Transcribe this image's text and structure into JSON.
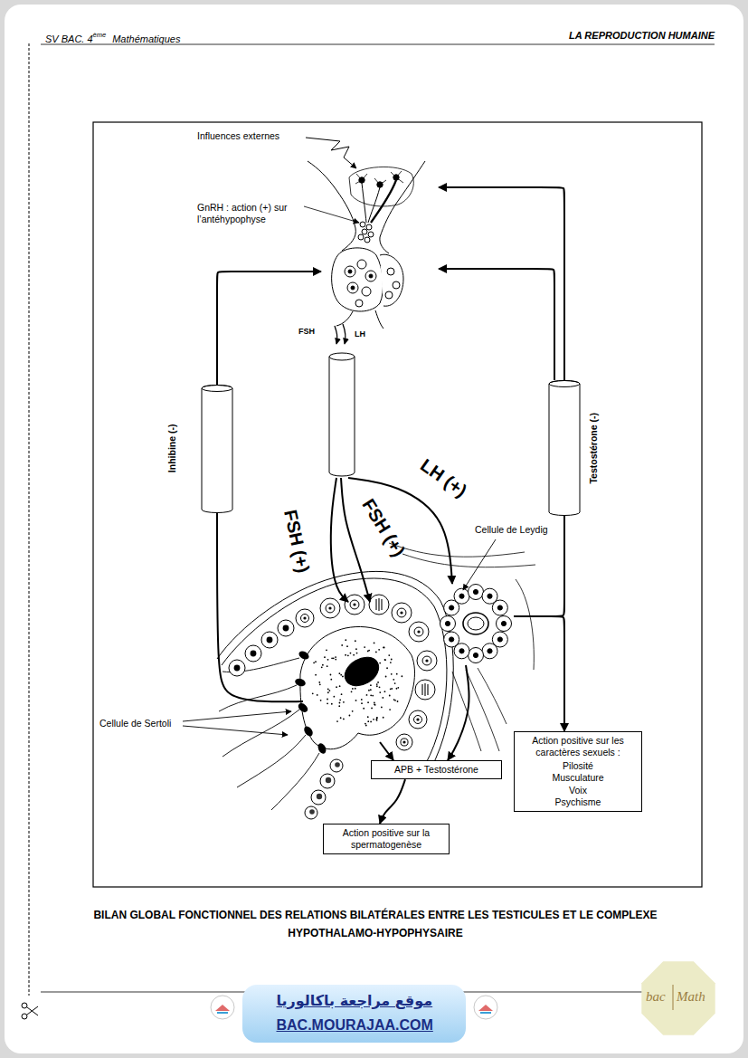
{
  "diagram": {
    "caption": "BILAN GLOBAL FONCTIONNEL DES RELATIONS BILATÉRALES ENTRE LES TESTICULES ET LE COMPLEXE HYPOTHALAMO-HYPOPHYSAIRE",
    "nodes": [
      {
        "text": [
          "GnRH : action (+) sur l’antéhypophyse"
        ]
      },
      {
        "text": [
          "Inhibine (-)"
        ]
      },
      {
        "text": [
          "Testostérone (-)"
        ]
      },
      {
        "text": [
          "Cellule de Leydig"
        ]
      },
      {
        "text": [
          "Cellule de Sertoli"
        ]
      },
      {
        "text": [
          "APB + Testostérone"
        ]
      },
      {
        "text": [
          "Action positive sur la spermatogenèse"
        ]
      },
      {
        "text": [
          "Action positive sur les caractères sexuels :",
          "Pilosité",
          "Musculature",
          "Voix",
          "Psychisme"
        ]
      }
    ],
    "edges": [
      {
        "from": 0,
        "to": 4,
        "label": "FSH (+)",
        "arrow": "to"
      },
      {
        "from": 0,
        "to": 4,
        "label": "FSH (+)",
        "arrow": "to"
      },
      {
        "from": 0,
        "to": 3,
        "label": "LH (+)",
        "arrow": "to"
      },
      {
        "from": 4,
        "to": 1,
        "arrow": "none"
      },
      {
        "from": 1,
        "to": 0,
        "arrow": "to"
      },
      {
        "from": 2,
        "to": 0,
        "arrow": "to"
      },
      {
        "from": 2,
        "to": 0,
        "arrow": "to"
      },
      {
        "from": 3,
        "to": 2,
        "arrow": "none"
      },
      {
        "from": 3,
        "to": 7,
        "arrow": "to"
      },
      {
        "from": 3,
        "to": 5,
        "arrow": "to"
      },
      {
        "from": 4,
        "to": 5,
        "arrow": "to"
      },
      {
        "from": 5,
        "to": 6,
        "arrow": "to"
      }
    ],
    "labels": [
      "SV BAC. 4",
      "ème",
      "Mathématiques",
      "LA REPRODUCTION HUMAINE",
      "Influences externes",
      "FSH",
      "LH",
      "موقع مراجعة باكالوريا",
      "BAC.MOURAJAA.COM",
      "bac",
      "Math"
    ]
  }
}
